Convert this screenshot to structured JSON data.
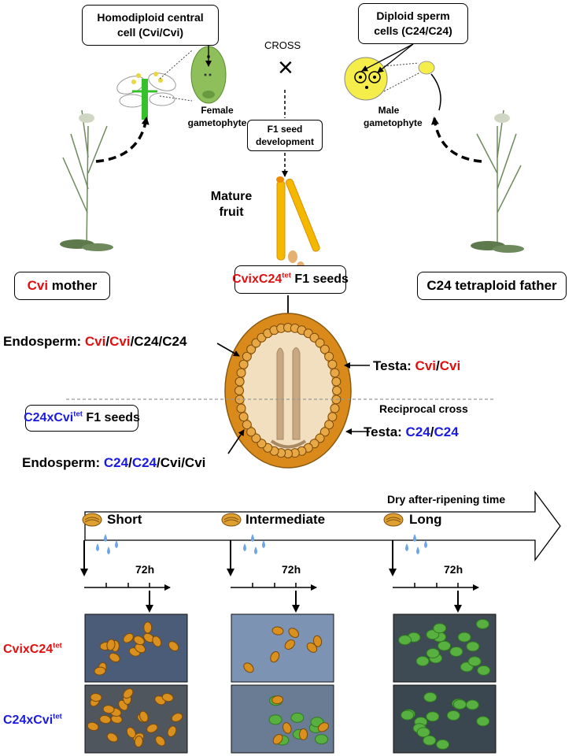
{
  "top": {
    "central_cell_box": "Homodiploid central cell (Cvi/Cvi)",
    "sperm_box": "Diploid sperm cells (C24/C24)",
    "cross": "CROSS",
    "cross_symbol": "×",
    "female_gametophyte": "Female gametophyte",
    "male_gametophyte": "Male gametophyte",
    "f1_dev": "F1 seed development",
    "mature_fruit": "Mature fruit"
  },
  "parents": {
    "mother_red": "Cvi",
    "mother_rest": " mother",
    "father": "C24 tetraploid father"
  },
  "f1_box": {
    "red": "CvixC24",
    "sup": "tet",
    "rest": " F1 seeds"
  },
  "seed": {
    "endosperm_top_prefix": "Endosperm: ",
    "endosperm_top_a": "Cvi",
    "slash": "/",
    "endosperm_top_b": "Cvi",
    "endosperm_top_rest": "/C24/C24",
    "testa_top_prefix": "Testa: ",
    "testa_top_a": "Cvi",
    "testa_top_b": "Cvi",
    "reciprocal": "Reciprocal cross",
    "recip_box_blue": "C24xCvi",
    "recip_box_sup": "tet",
    "recip_box_rest": " F1 seeds",
    "testa_bottom_prefix": "Testa: ",
    "testa_bottom_a": "C24",
    "testa_bottom_b": "C24",
    "endosperm_bottom_prefix": "Endosperm: ",
    "endosperm_bottom_a": "C24",
    "endosperm_bottom_b": "C24",
    "endosperm_bottom_rest": "/Cvi/Cvi"
  },
  "timeline": {
    "title": "Dry after-ripening time",
    "stages": [
      "Short",
      "Intermediate",
      "Long"
    ],
    "time_label": "72h"
  },
  "rows": {
    "row1_red": "CvixC24",
    "row1_sup": "tet",
    "row2_blue": "C24xCvi",
    "row2_sup": "tet"
  },
  "colors": {
    "red": "#e01010",
    "blue": "#1a1ae0",
    "seed_orange": "#d98a1a",
    "seed_inner": "#f2dfbf",
    "ovule_green": "#8fbf5a",
    "pollen_yellow": "#f5ee4a",
    "fruit_yellow": "#f5b800"
  }
}
